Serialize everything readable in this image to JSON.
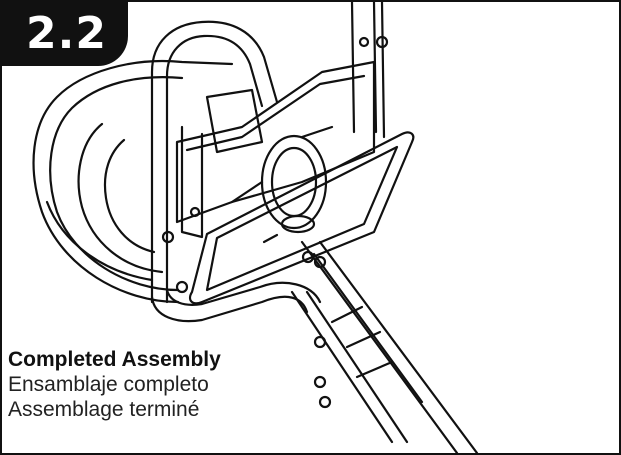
{
  "step": {
    "number": "2.2"
  },
  "caption": {
    "english": "Completed Assembly",
    "spanish": "Ensamblaje completo",
    "french": "Assemblage terminé"
  },
  "colors": {
    "badge_bg": "#111111",
    "line": "#111111",
    "background": "#ffffff"
  },
  "illustration": {
    "icon": "completed-assembly-line-drawing"
  }
}
